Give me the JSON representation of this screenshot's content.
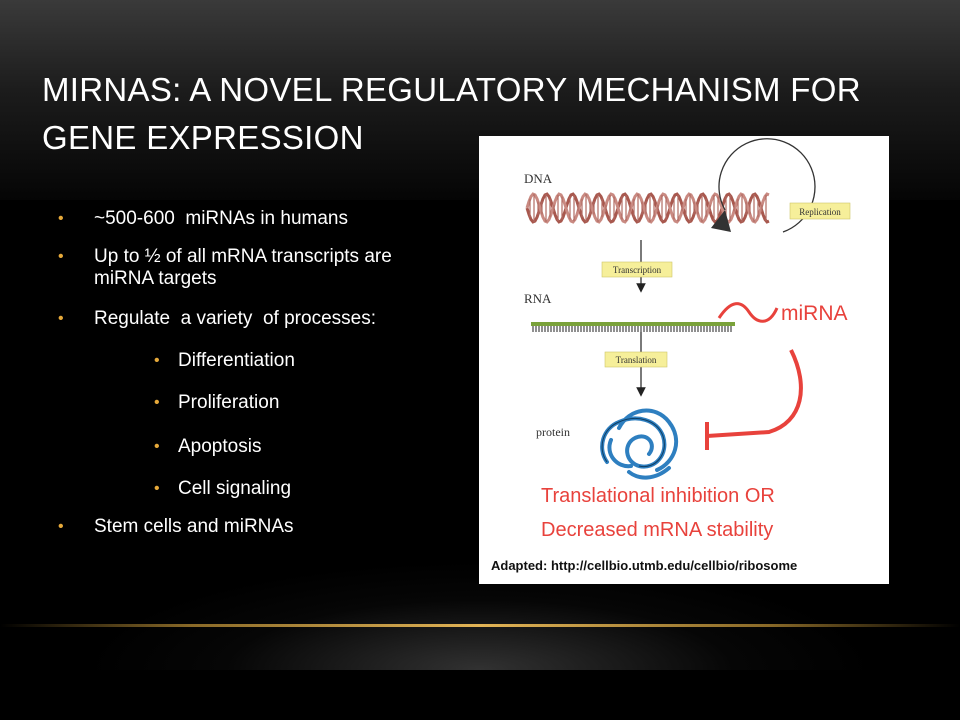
{
  "slide": {
    "title": "miRNAs: A novel regulatory mechanism for gene expression"
  },
  "bullets": [
    {
      "text": "~500-600  miRNAs in humans",
      "level": 1
    },
    {
      "text": "Up to ½ of all mRNA transcripts are miRNA targets",
      "level": 1
    },
    {
      "text": "Regulate  a variety  of processes:",
      "level": 1
    },
    {
      "text": "Differentiation",
      "level": 2
    },
    {
      "text": "Proliferation",
      "level": 2
    },
    {
      "text": "Apoptosis",
      "level": 2
    },
    {
      "text": "Cell signaling",
      "level": 2
    },
    {
      "text": "Stem cells and miRNAs",
      "level": 1
    }
  ],
  "figure": {
    "dna_label": "DNA",
    "replication_label": "Replication",
    "transcription_label": "Transcription",
    "rna_label": "RNA",
    "mirna_label": "miRNA",
    "translation_label": "Translation",
    "protein_label": "protein",
    "effect_line1": "Translational inhibition OR",
    "effect_line2": "Decreased mRNA stability",
    "credit": "Adapted: http://cellbio.utmb.edu/cellbio/ribosome"
  },
  "colors": {
    "bullet_accent": "#e6a93a",
    "mirna_red": "#e8423c",
    "dna_brown": "#a8584e",
    "rna_green": "#7aa23a",
    "protein_blue": "#2e7fc0",
    "label_box_yellow": "#f6ef9a"
  }
}
